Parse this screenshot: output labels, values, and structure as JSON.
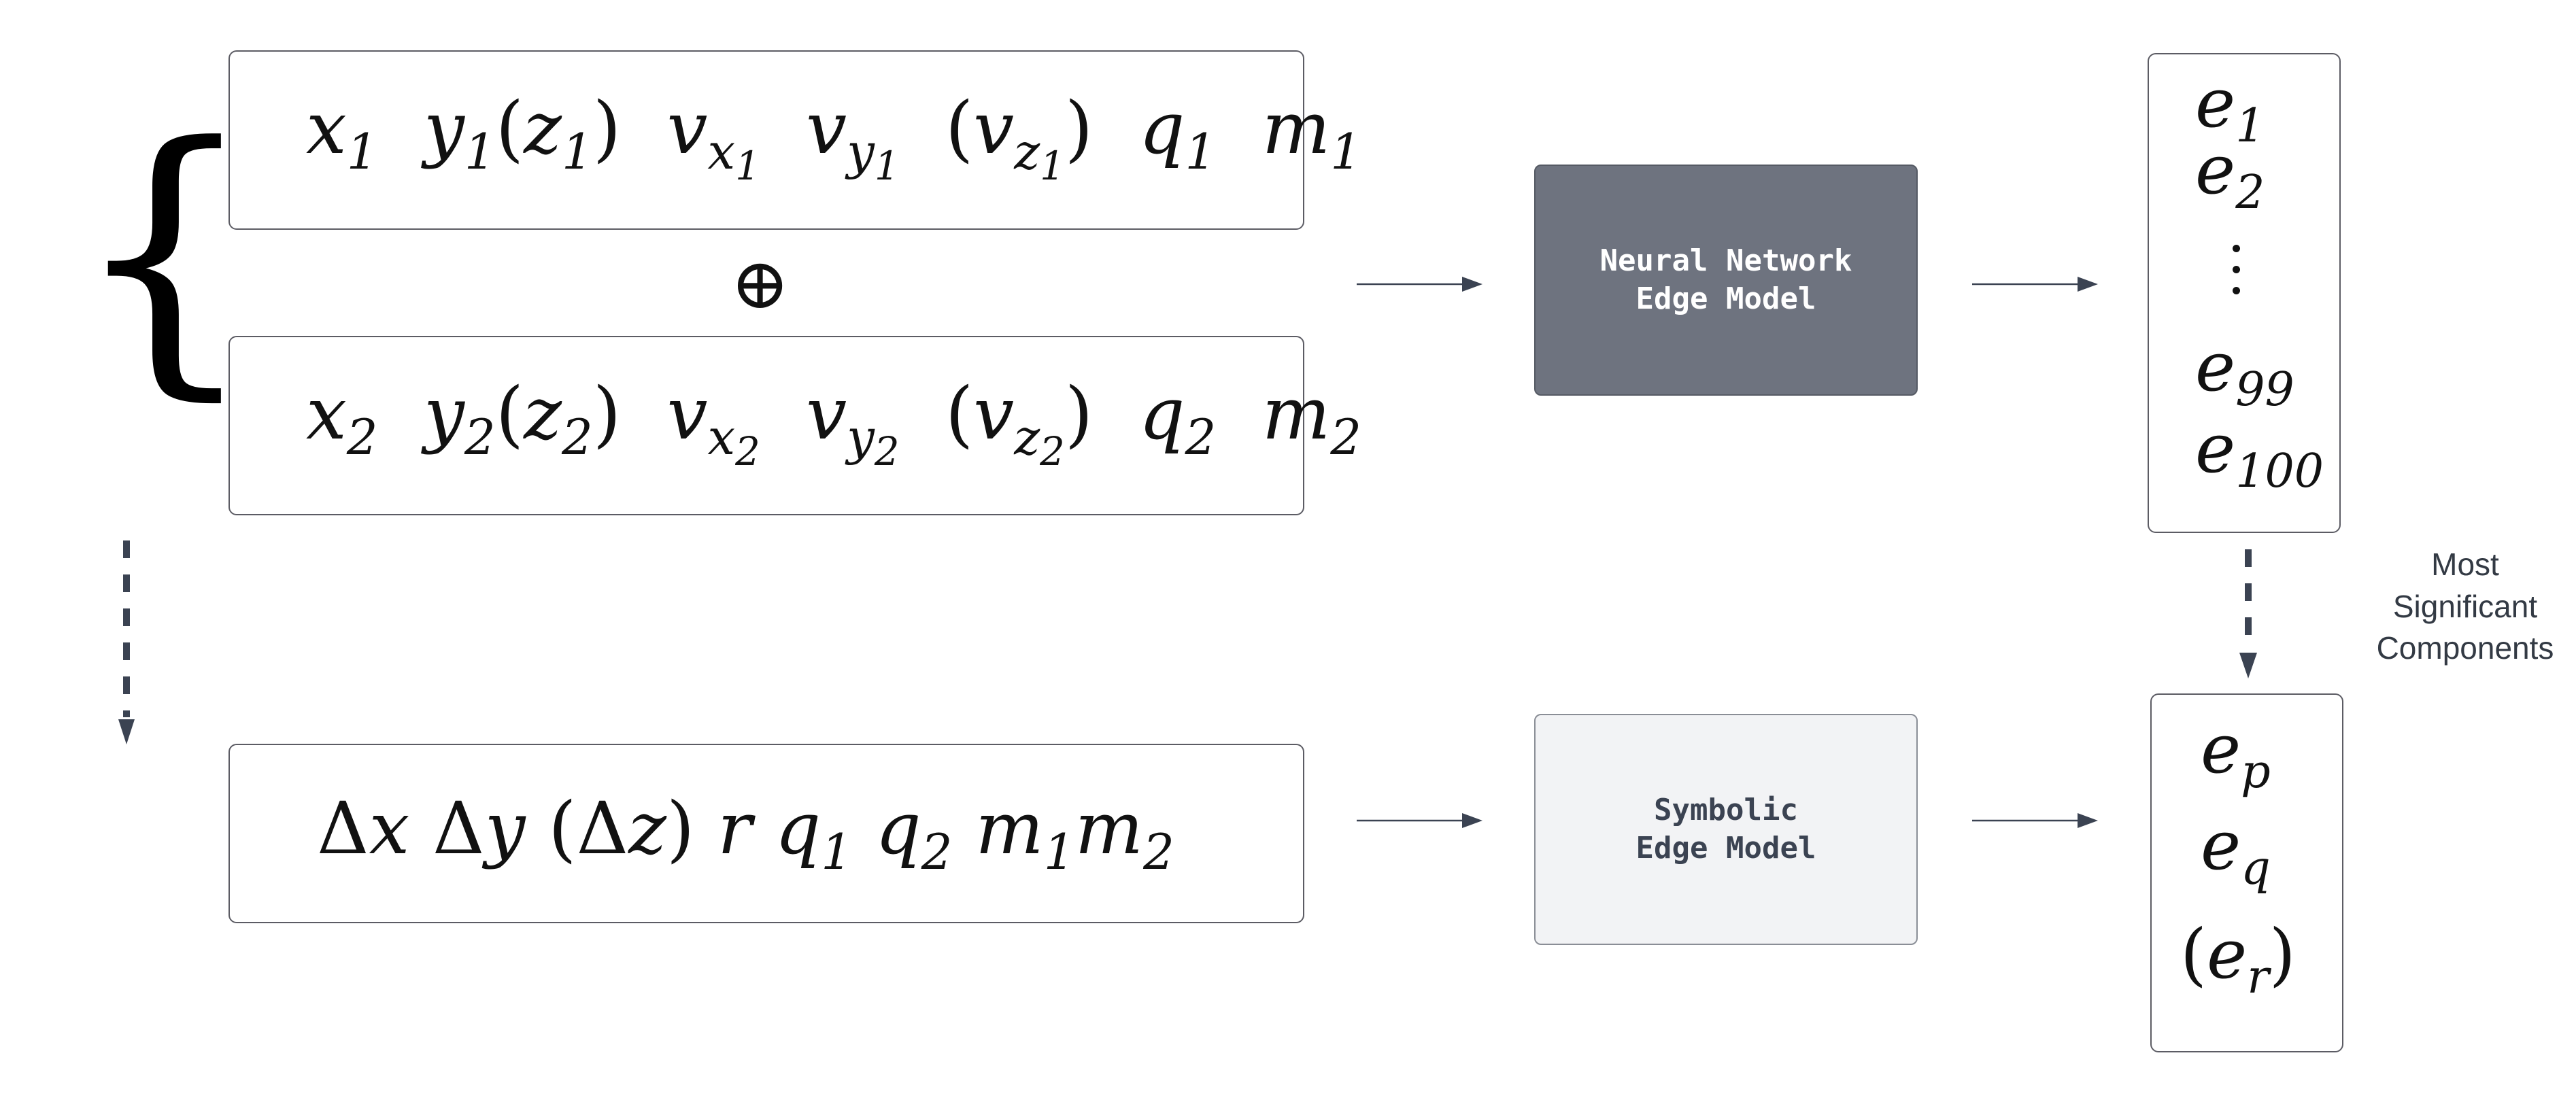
{
  "input_pair": {
    "first": {
      "x": "x",
      "x_sub": "1",
      "y": "y",
      "y_sub": "1",
      "z": "z",
      "z_sub": "1",
      "vx": "v",
      "vx_sub": "x",
      "vx_subsub": "1",
      "vy": "v",
      "vy_sub": "y",
      "vy_subsub": "1",
      "vz": "v",
      "vz_sub": "z",
      "vz_subsub": "1",
      "q": "q",
      "q_sub": "1",
      "m": "m",
      "m_sub": "1"
    },
    "operator": "⊕",
    "second": {
      "x": "x",
      "x_sub": "2",
      "y": "y",
      "y_sub": "2",
      "z": "z",
      "z_sub": "2",
      "vx": "v",
      "vx_sub": "x",
      "vx_subsub": "2",
      "vy": "v",
      "vy_sub": "y",
      "vy_subsub": "2",
      "vz": "v",
      "vz_sub": "z",
      "vz_subsub": "2",
      "q": "q",
      "q_sub": "2",
      "m": "m",
      "m_sub": "2"
    }
  },
  "symbolic_input": {
    "delta": "Δ",
    "dx": "x",
    "dy": "y",
    "dz": "z",
    "r": "r",
    "q1": "q",
    "q1_sub": "1",
    "q2": "q",
    "q2_sub": "2",
    "m1": "m",
    "m1_sub": "1",
    "m2": "m",
    "m2_sub": "2"
  },
  "models": {
    "neural": "Neural Network\nEdge Model",
    "symbolic": "Symbolic\nEdge Model"
  },
  "neural_outputs": {
    "symbol": "e",
    "first": "1",
    "second": "2",
    "penultimate": "99",
    "last": "100"
  },
  "symbolic_outputs": {
    "symbol": "e",
    "first": "p",
    "second": "q",
    "third": "r"
  },
  "annotation": "Most\nSignificant\nComponents",
  "colors": {
    "neural_box": "#6e737f",
    "symbolic_box": "#f2f3f5",
    "arrows": "#3b4352",
    "border": "#5c5c64"
  },
  "icons": {
    "brace": "left-curly-brace",
    "dots": "vertical-ellipsis",
    "operator": "circled-plus"
  }
}
